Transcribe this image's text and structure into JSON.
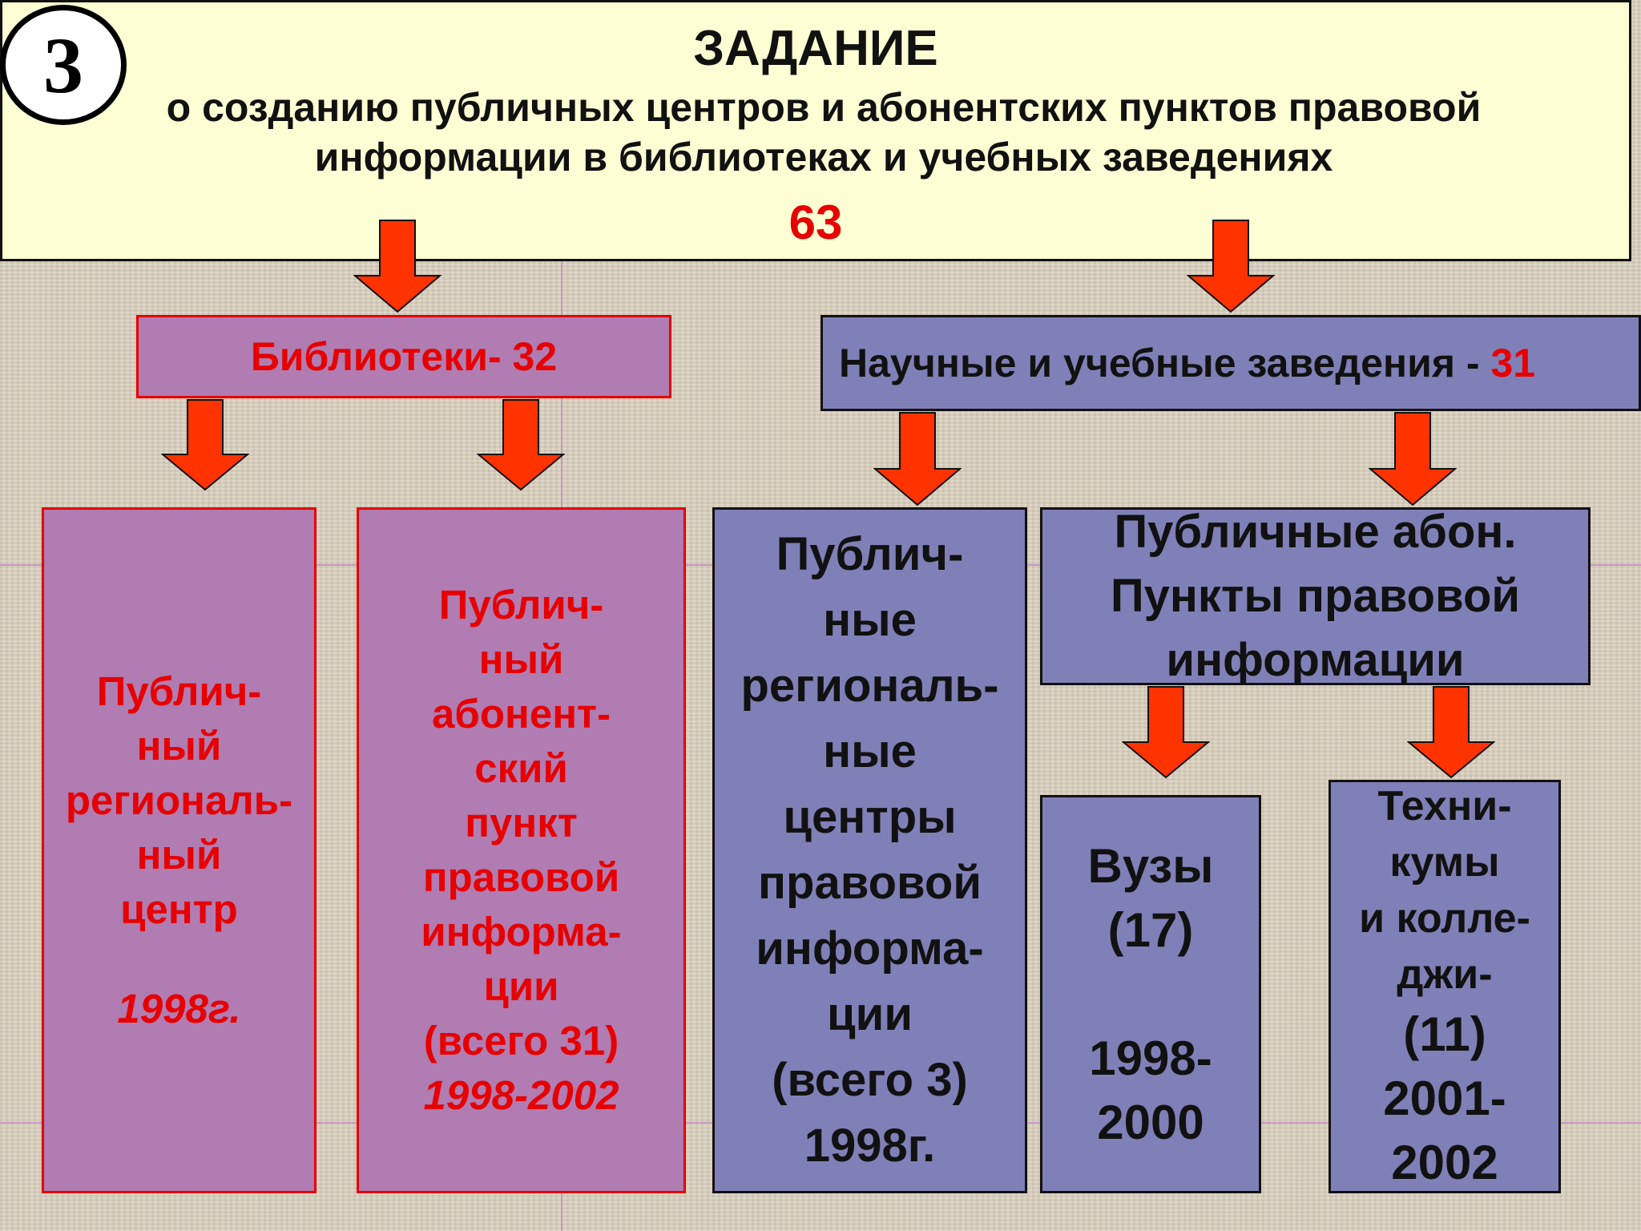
{
  "header": {
    "badge_number": "3",
    "title": "ЗАДАНИЕ",
    "subtitle": "о созданию публичных центров и абонентских пунктов правовой\nинформации в библиотеках и учебных заведениях",
    "total": "63"
  },
  "libraries": {
    "label": "Библиотеки- 32",
    "regional_center": {
      "text": "Публич-\nный\nрегиональ-\nный\nцентр",
      "year": "1998г."
    },
    "subscriber_point": {
      "text": "Публич-\nный\nабонент-\nский\nпункт\nправовой\nинформа-\nции\n(всего 31)",
      "years": "1998-2002"
    }
  },
  "institutions": {
    "label": "Научные и учебные заведения - ",
    "count": "31",
    "regional_centers": {
      "text": "Публич-\nные\nрегиональ-\nные\nцентры\nправовой\nинформа-\nции\n(всего 3)\n1998г."
    },
    "public_points": {
      "text": "Публичные абон.\nПункты правовой\nинформации"
    },
    "universities": {
      "label": "Вузы\n(17)",
      "years": "1998-\n2000"
    },
    "colleges": {
      "label": "Техни-\nкумы\nи колле-\nджи-",
      "count": "(11)",
      "years": "2001-\n2002"
    }
  },
  "colors": {
    "arrow_fill": "#ff3300",
    "library_fill": "#b07cb2",
    "institution_fill": "#8080b8",
    "accent_red": "#e60000",
    "header_fill": "#fefed4"
  }
}
